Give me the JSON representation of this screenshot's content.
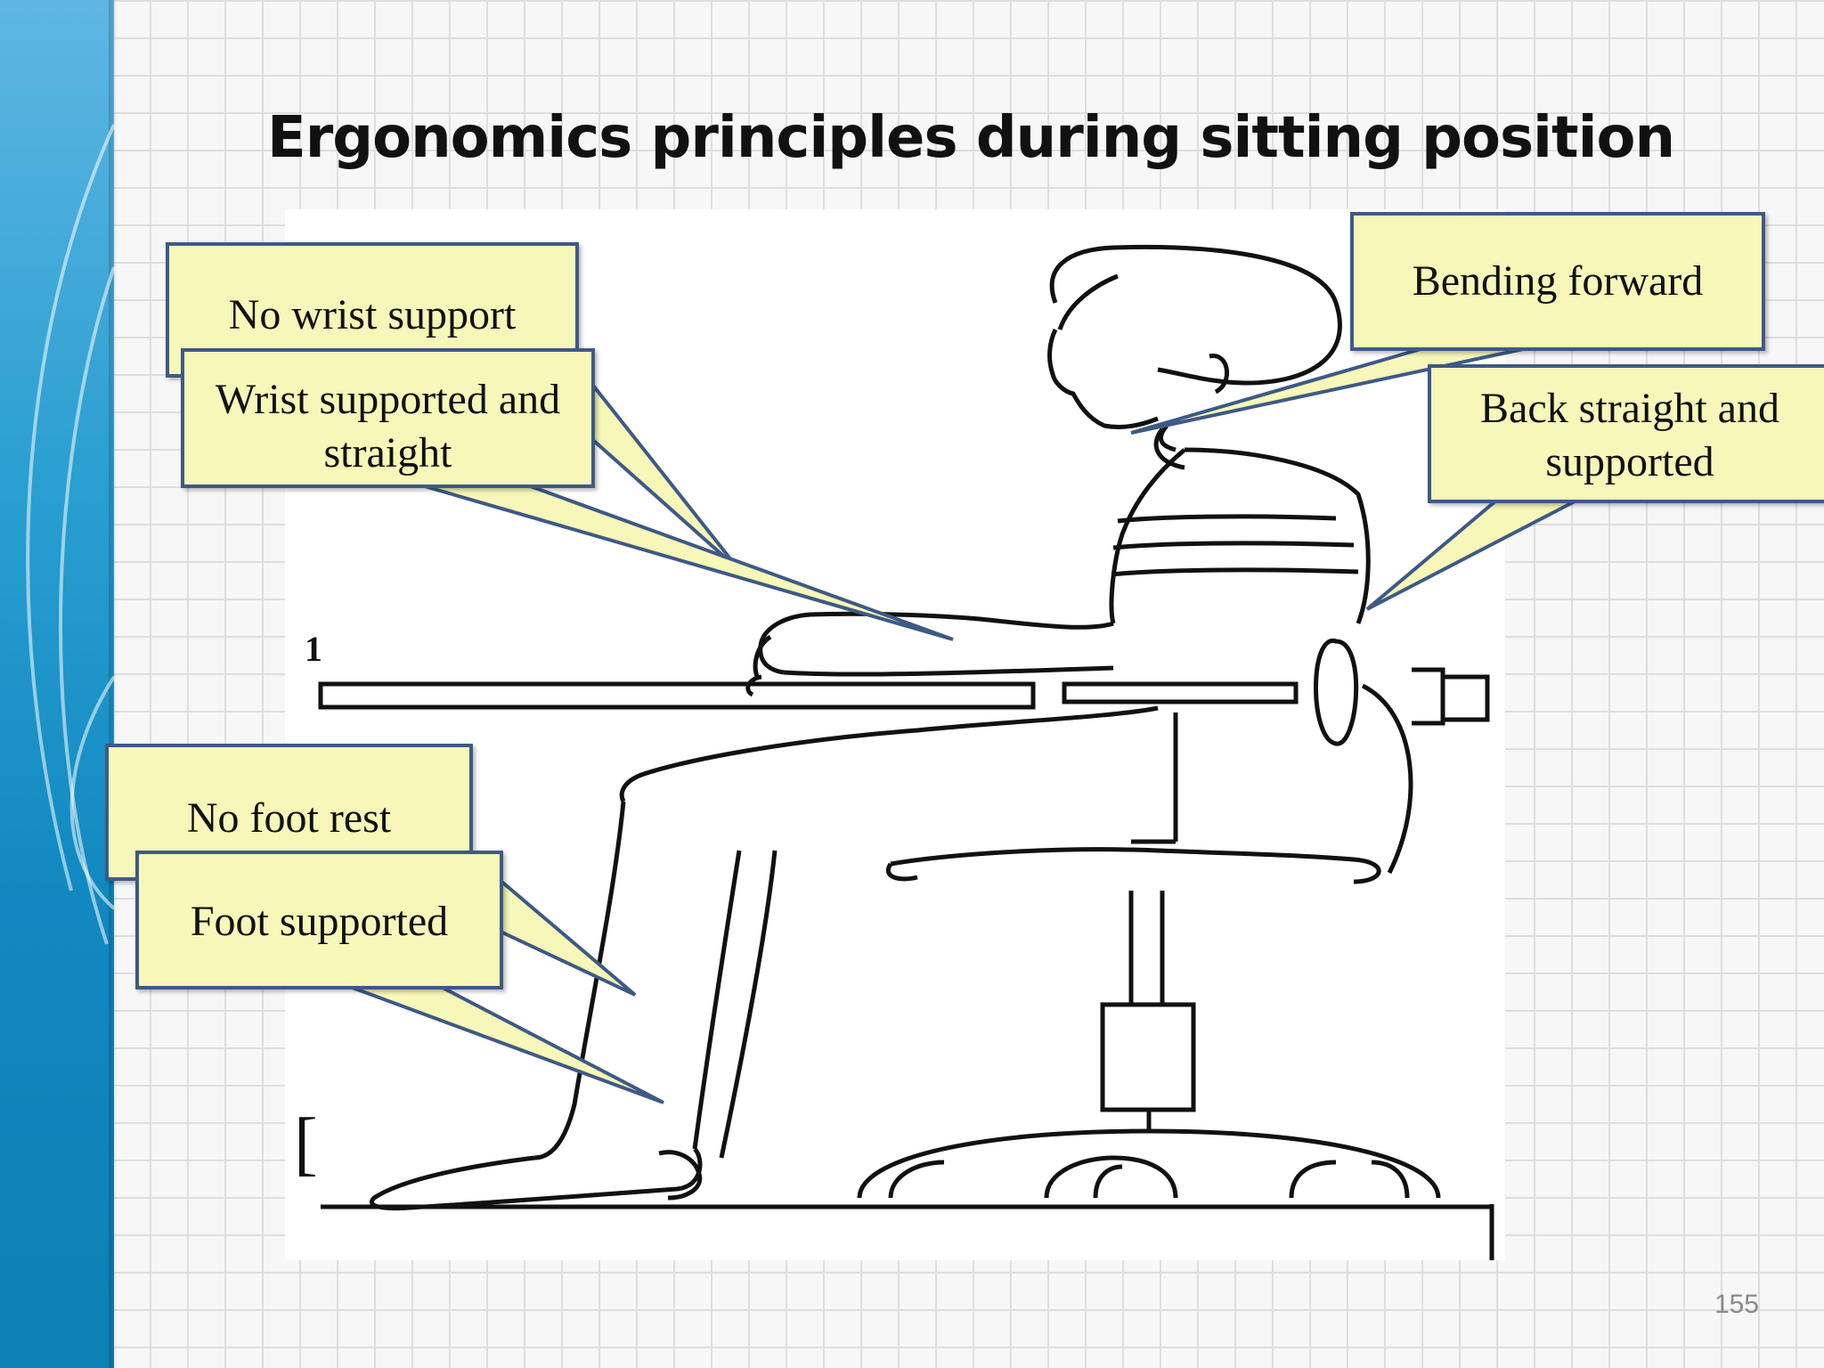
{
  "slide": {
    "title": "Ergonomics principles during sitting position",
    "page_number": "155"
  },
  "callouts": {
    "no_wrist_support": "No wrist support",
    "wrist_supported": "Wrist supported and straight",
    "bending_forward": "Bending forward",
    "back_straight": "Back straight and supported",
    "no_foot_rest": "No foot rest",
    "foot_supported": "Foot supported"
  },
  "drawing_marks": {
    "mark_top": "1",
    "mark_bottom": "["
  },
  "colors": {
    "callout_fill": "#f6f7b8",
    "callout_border": "#3d5a86",
    "band_blue": "#1a93c8"
  }
}
